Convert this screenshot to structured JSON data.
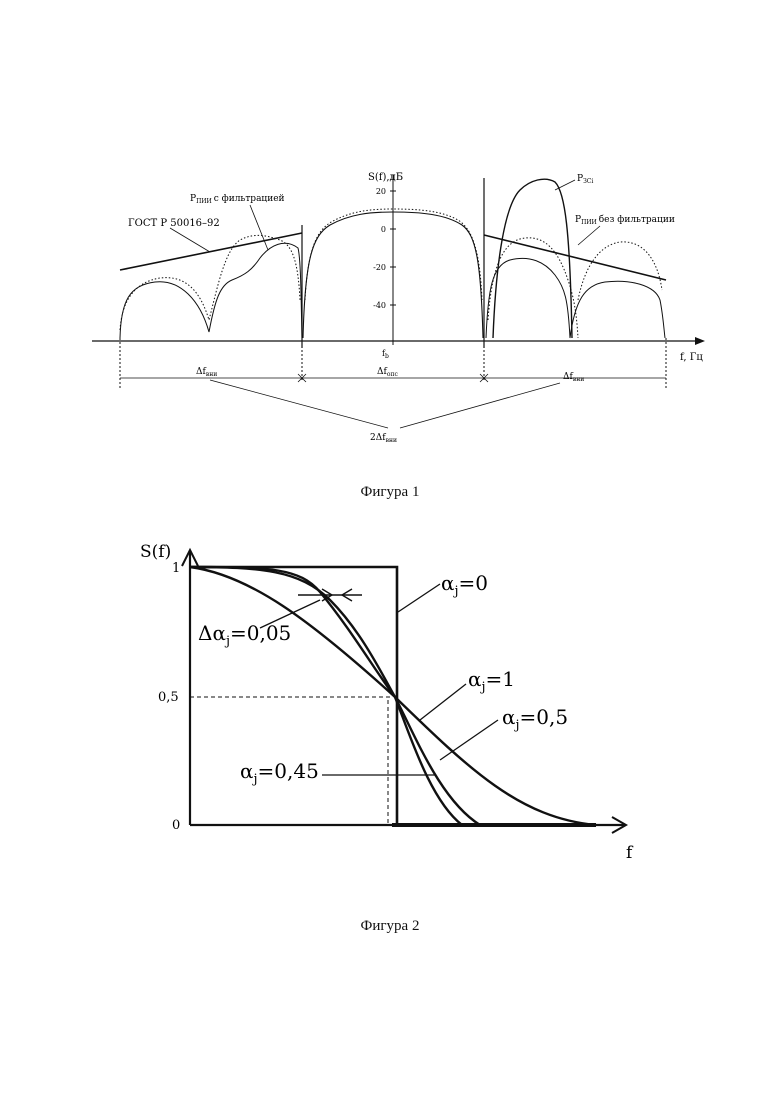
{
  "figure1": {
    "caption": "Фигура 1",
    "y_axis_label": "S(f),дБ",
    "y_ticks": [
      "20",
      "0",
      "-20",
      "-40"
    ],
    "x_axis_label": "f, Гц",
    "center_label": "f",
    "center_sub": "b",
    "labels": {
      "gost": "ГОСТ Р 50016–92",
      "p_filtered": "с фильтрацией",
      "p_unfiltered": "без фильтрации",
      "p_main": "P",
      "p_main_sub": "ПИИ",
      "p_zsi": "P",
      "p_zsi_sub": "ЗСi"
    },
    "bandwidths": {
      "left": "Δf",
      "left_sub": "вни",
      "center": "Δf",
      "center_sub": "опс",
      "right": "Δf",
      "right_sub": "вни",
      "total": "2Δf",
      "total_sub": "вни"
    }
  },
  "figure2": {
    "caption": "Фигура 2",
    "y_axis_label": "S(f)",
    "x_axis_label": "f",
    "y_ticks": [
      "1",
      "0,5",
      "0"
    ],
    "alpha_symbol": "α",
    "alpha_sub": "j",
    "alpha_values": [
      "=0",
      "=1",
      "=0,5",
      "=0,45"
    ],
    "delta_label": "Δα",
    "delta_value": "=0,05"
  },
  "chart_data": [
    {
      "type": "line",
      "y_axis": "S(f),дБ",
      "x_axis": "f, Гц",
      "y_ticks": [
        20,
        0,
        -20,
        -40
      ],
      "series": [
        {
          "name": "P ЗСi",
          "x": [
            0.715,
            0.74,
            0.78,
            0.8,
            0.82,
            0.84
          ],
          "y": [
            -60,
            0,
            25,
            27,
            20,
            -60
          ]
        },
        {
          "name": "ГОСТ Р 50016–92",
          "x": [
            0.0,
            0.34
          ],
          "y": [
            -20,
            -2
          ]
        }
      ]
    },
    {
      "type": "line",
      "y_axis": "S(f)",
      "x_axis": "f",
      "y_ticks": [
        "0",
        "0,5",
        "1"
      ],
      "series": [
        {
          "name": "αj=0",
          "x": [
            0,
            0.5,
            0.5,
            1
          ],
          "y": [
            1,
            1,
            0,
            0
          ]
        },
        {
          "name": "αj=1",
          "x": [
            0,
            0.5,
            1
          ],
          "y": [
            1,
            0.5,
            0
          ]
        },
        {
          "name": "αj=0,5",
          "x": [
            0.25,
            0.5,
            0.75
          ],
          "y": [
            1,
            0.5,
            0
          ]
        },
        {
          "name": "αj=0,45",
          "x": [
            0.275,
            0.5,
            0.725
          ],
          "y": [
            1,
            0.5,
            0
          ]
        }
      ]
    }
  ]
}
